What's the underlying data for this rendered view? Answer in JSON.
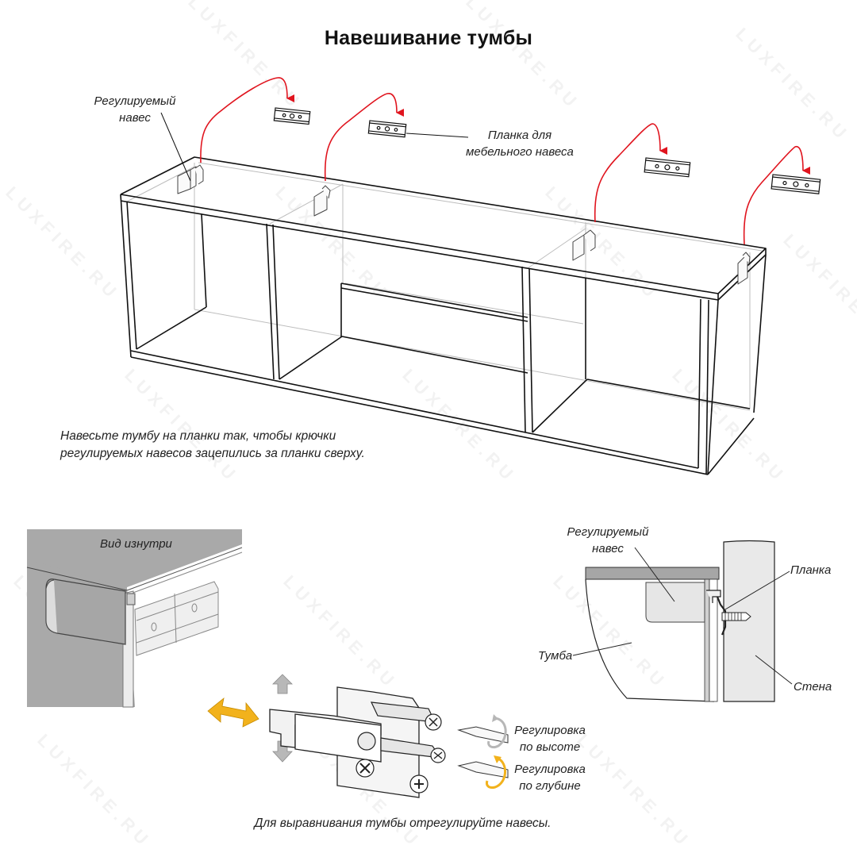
{
  "title": "Навешивание тумбы",
  "top_diagram": {
    "label_hinge": [
      "Регулируемый",
      "навес"
    ],
    "label_rail": [
      "Планка для",
      "мебельного навеса"
    ],
    "instruction": [
      "Навесьте тумбу на планки так, чтобы крючки",
      "регулируемых навесов зацепились за планки сверху."
    ],
    "hanger_count": 4,
    "rail_count": 4
  },
  "inside_view": {
    "label": "Вид изнутри"
  },
  "hinge_detail": {
    "label_height": [
      "Регулировка",
      "по высоте"
    ],
    "label_depth": [
      "Регулировка",
      "по глубине"
    ],
    "caption": "Для выравнивания тумбы отрегулируйте навесы."
  },
  "section_view": {
    "label_hinge": [
      "Регулируемый",
      "навес"
    ],
    "label_rail": "Планка",
    "label_cabinet": "Тумба",
    "label_wall": "Стена"
  },
  "colors": {
    "arrow_red": "#e0141e",
    "adjust_orange": "#f2b21c",
    "arrow_gray": "#b5b5b5",
    "panel_gray": "#a8a8a8",
    "wall_gray": "#e8e8e8"
  },
  "watermark": "LUXFIRE.RU"
}
